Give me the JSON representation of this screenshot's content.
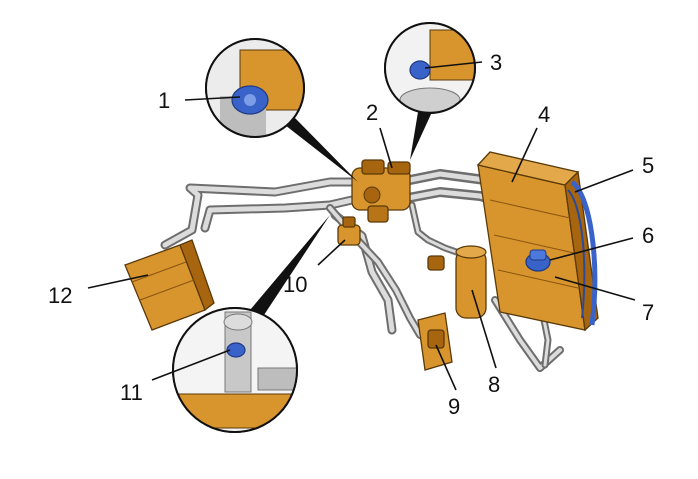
{
  "diagram": {
    "colors": {
      "part_orange": "#d8952e",
      "part_dark": "#a8650f",
      "pipe_silver": "#c9c9c9",
      "highlight_blue": "#3a63c9",
      "line": "#111111"
    },
    "callouts": [
      {
        "number": "1"
      },
      {
        "number": "2"
      },
      {
        "number": "3"
      },
      {
        "number": "4"
      },
      {
        "number": "5"
      },
      {
        "number": "6"
      },
      {
        "number": "7"
      },
      {
        "number": "8"
      },
      {
        "number": "9"
      },
      {
        "number": "10"
      },
      {
        "number": "11"
      },
      {
        "number": "12"
      }
    ]
  }
}
